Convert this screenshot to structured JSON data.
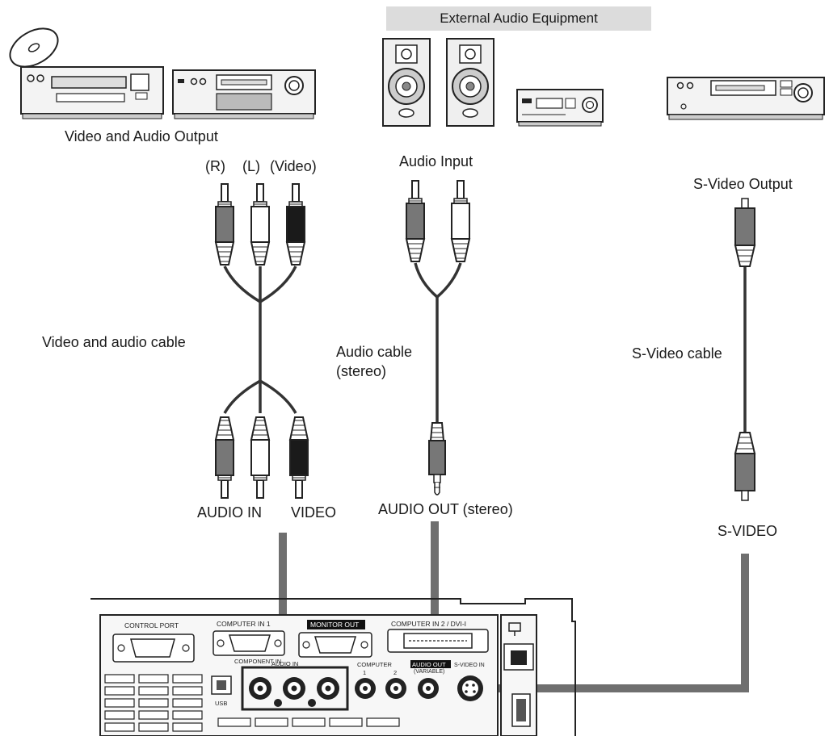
{
  "header": {
    "external_audio_equipment": "External Audio Equipment"
  },
  "labels": {
    "video_audio_output": "Video and Audio Output",
    "plug_r": "(R)",
    "plug_l": "(L)",
    "plug_video": "(Video)",
    "audio_input": "Audio Input",
    "svideo_output": "S-Video Output",
    "video_audio_cable": "Video and audio cable",
    "audio_cable_line1": "Audio cable",
    "audio_cable_line2": "(stereo)",
    "svideo_cable": "S-Video cable",
    "audio_in": "AUDIO IN",
    "video": "VIDEO",
    "audio_out_stereo": "AUDIO OUT (stereo)",
    "svideo": "S-VIDEO"
  },
  "panel": {
    "control_port": "CONTROL PORT",
    "computer_in_1": "COMPUTER IN 1",
    "component_in": "COMPONENT IN",
    "monitor_out": "MONITOR OUT",
    "computer_in_2": "COMPUTER IN 2 / DVI-I",
    "audio_in": "AUDIO IN",
    "computer": "COMPUTER",
    "num_1": "1",
    "num_2": "2",
    "audio_out": "AUDIO OUT",
    "variable": "(VARIABLE)",
    "svideo_in": "S-VIDEO IN",
    "usb": "USB"
  },
  "icons": {
    "disc": "disc-icon",
    "speaker": "speaker-icon",
    "lan": "lan-icon"
  },
  "colors": {
    "cable": "#333333",
    "plug_gray": "#777777",
    "plug_white": "#ffffff",
    "plug_black": "#1a1a1a",
    "arrow": "#6f6f6f",
    "banner": "#dcdcdc"
  }
}
